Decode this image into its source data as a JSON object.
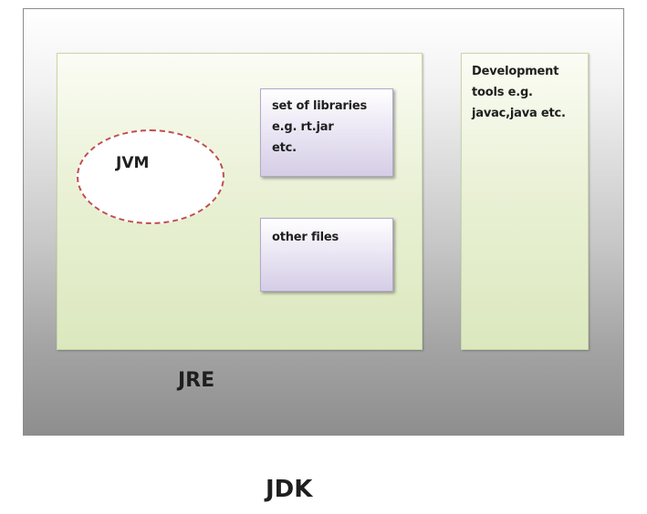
{
  "diagram": {
    "jdk_label": "JDK",
    "jre_label": "JRE",
    "jvm_label": "JVM",
    "libraries_lines": [
      "set of libraries",
      "e.g. rt.jar",
      "etc."
    ],
    "other_files_label": "other files",
    "dev_tools_lines": [
      "Development",
      "tools e.g.",
      "javac,java etc."
    ]
  }
}
